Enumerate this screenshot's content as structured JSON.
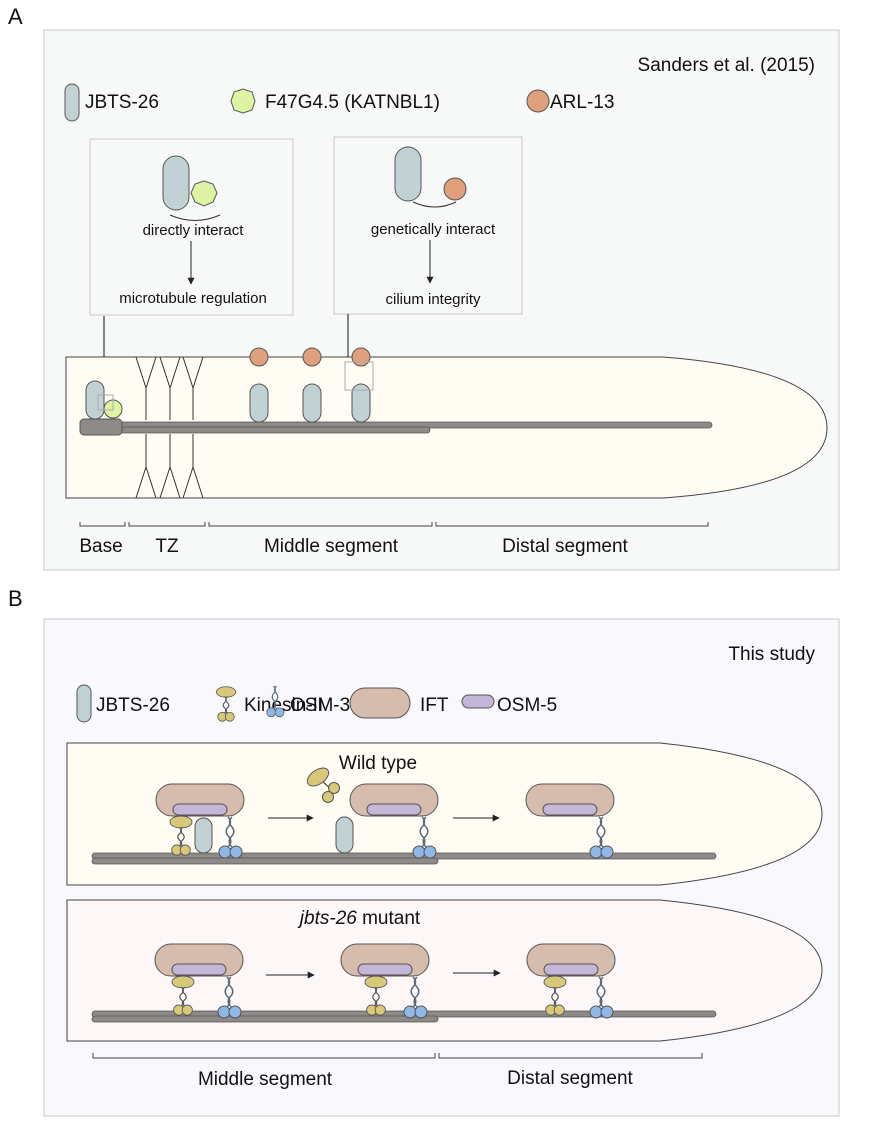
{
  "panelA": {
    "letter": "A",
    "citation": "Sanders et al. (2015)",
    "legend": [
      {
        "icon": "jbts26-capsule-icon",
        "label": "JBTS-26"
      },
      {
        "icon": "f47g45-hexagon-icon",
        "label": "F47G4.5 (KATNBL1)"
      },
      {
        "icon": "arl13-circle-icon",
        "label": "ARL-13"
      }
    ],
    "box1": {
      "top": "directly interact",
      "bottom": "microtubule regulation"
    },
    "box2": {
      "top": "genetically interact",
      "bottom": "cilium integrity"
    },
    "segments": [
      "Base",
      "TZ",
      "Middle segment",
      "Distal segment"
    ]
  },
  "panelB": {
    "letter": "B",
    "citation": "This study",
    "legend": [
      {
        "icon": "jbts26-capsule-icon",
        "label": "JBTS-26"
      },
      {
        "icon": "kinesin-ii-motor-icon",
        "label": "Kinesin-II"
      },
      {
        "icon": "osm3-motor-icon",
        "label": "OSM-3"
      },
      {
        "icon": "ift-train-icon",
        "label": "IFT"
      },
      {
        "icon": "osm5-bar-icon",
        "label": "OSM-5"
      }
    ],
    "wildtype": {
      "title": "Wild type"
    },
    "mutant": {
      "title_italic": "jbts-26",
      "title_rest": " mutant"
    },
    "segments": [
      "Middle segment",
      "Distal segment"
    ]
  },
  "colors": {
    "jbts26": "#c2d1d4",
    "f47g45": "#ddf5a3",
    "arl13": "#e0a07c",
    "kinesin": "#d8c878",
    "osm3": "#8fb8e6",
    "ift": "#d6bcac",
    "osm5": "#c4b6d6",
    "axoneme": "#8e8a88",
    "panelA_bg": "#f7f9f9",
    "panelB_bg": "#f8f8fd",
    "cilium_bg": "#fffcf4",
    "mutant_bg": "#fdf7f8"
  }
}
